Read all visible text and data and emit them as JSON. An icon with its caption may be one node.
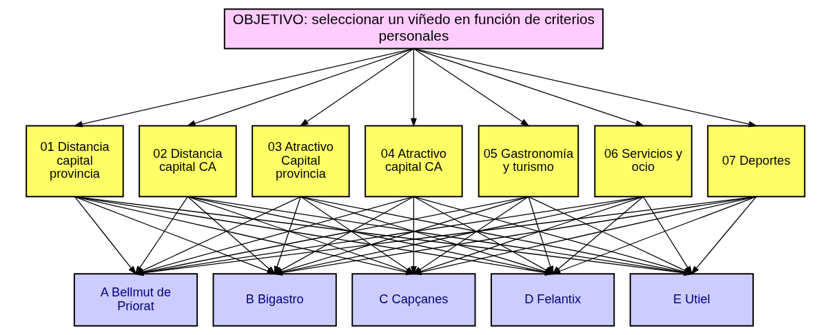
{
  "diagram": {
    "nodes": [
      {
        "text": [
          "OBJETIVO: seleccionar un viñedo en función de criterios personales"
        ]
      },
      {
        "text": [
          "01 Distancia capital provincia"
        ]
      },
      {
        "text": [
          "02 Distancia capital CA"
        ]
      },
      {
        "text": [
          "03 Atractivo Capital provincia"
        ]
      },
      {
        "text": [
          "04 Atractivo capital CA"
        ]
      },
      {
        "text": [
          "05 Gastronomía y turismo"
        ]
      },
      {
        "text": [
          "06 Servicios y ocio"
        ]
      },
      {
        "text": [
          "07 Deportes"
        ]
      },
      {
        "text": [
          "A Bellmut de Priorat"
        ]
      },
      {
        "text": [
          "B Bigastro"
        ]
      },
      {
        "text": [
          "C Capçanes"
        ]
      },
      {
        "text": [
          "D Felantix"
        ]
      },
      {
        "text": [
          "E Utiel"
        ]
      }
    ],
    "edges": [
      {
        "from": 0,
        "to": 1,
        "arrow": "to"
      },
      {
        "from": 0,
        "to": 2,
        "arrow": "to"
      },
      {
        "from": 0,
        "to": 3,
        "arrow": "to"
      },
      {
        "from": 0,
        "to": 4,
        "arrow": "to"
      },
      {
        "from": 0,
        "to": 5,
        "arrow": "to"
      },
      {
        "from": 0,
        "to": 6,
        "arrow": "to"
      },
      {
        "from": 0,
        "to": 7,
        "arrow": "to"
      },
      {
        "from": 1,
        "to": 8,
        "arrow": "to"
      },
      {
        "from": 1,
        "to": 9,
        "arrow": "to"
      },
      {
        "from": 1,
        "to": 10,
        "arrow": "to"
      },
      {
        "from": 1,
        "to": 11,
        "arrow": "to"
      },
      {
        "from": 1,
        "to": 12,
        "arrow": "to"
      },
      {
        "from": 2,
        "to": 8,
        "arrow": "to"
      },
      {
        "from": 2,
        "to": 9,
        "arrow": "to"
      },
      {
        "from": 2,
        "to": 10,
        "arrow": "to"
      },
      {
        "from": 2,
        "to": 11,
        "arrow": "to"
      },
      {
        "from": 2,
        "to": 12,
        "arrow": "to"
      },
      {
        "from": 3,
        "to": 8,
        "arrow": "to"
      },
      {
        "from": 3,
        "to": 9,
        "arrow": "to"
      },
      {
        "from": 3,
        "to": 10,
        "arrow": "to"
      },
      {
        "from": 3,
        "to": 11,
        "arrow": "to"
      },
      {
        "from": 3,
        "to": 12,
        "arrow": "to"
      },
      {
        "from": 4,
        "to": 8,
        "arrow": "to"
      },
      {
        "from": 4,
        "to": 9,
        "arrow": "to"
      },
      {
        "from": 4,
        "to": 10,
        "arrow": "to"
      },
      {
        "from": 4,
        "to": 11,
        "arrow": "to"
      },
      {
        "from": 4,
        "to": 12,
        "arrow": "to"
      },
      {
        "from": 5,
        "to": 8,
        "arrow": "to"
      },
      {
        "from": 5,
        "to": 9,
        "arrow": "to"
      },
      {
        "from": 5,
        "to": 10,
        "arrow": "to"
      },
      {
        "from": 5,
        "to": 11,
        "arrow": "to"
      },
      {
        "from": 5,
        "to": 12,
        "arrow": "to"
      },
      {
        "from": 6,
        "to": 8,
        "arrow": "to"
      },
      {
        "from": 6,
        "to": 9,
        "arrow": "to"
      },
      {
        "from": 6,
        "to": 10,
        "arrow": "to"
      },
      {
        "from": 6,
        "to": 11,
        "arrow": "to"
      },
      {
        "from": 6,
        "to": 12,
        "arrow": "to"
      },
      {
        "from": 7,
        "to": 8,
        "arrow": "to"
      },
      {
        "from": 7,
        "to": 9,
        "arrow": "to"
      },
      {
        "from": 7,
        "to": 10,
        "arrow": "to"
      },
      {
        "from": 7,
        "to": 11,
        "arrow": "to"
      },
      {
        "from": 7,
        "to": 12,
        "arrow": "to"
      }
    ]
  }
}
